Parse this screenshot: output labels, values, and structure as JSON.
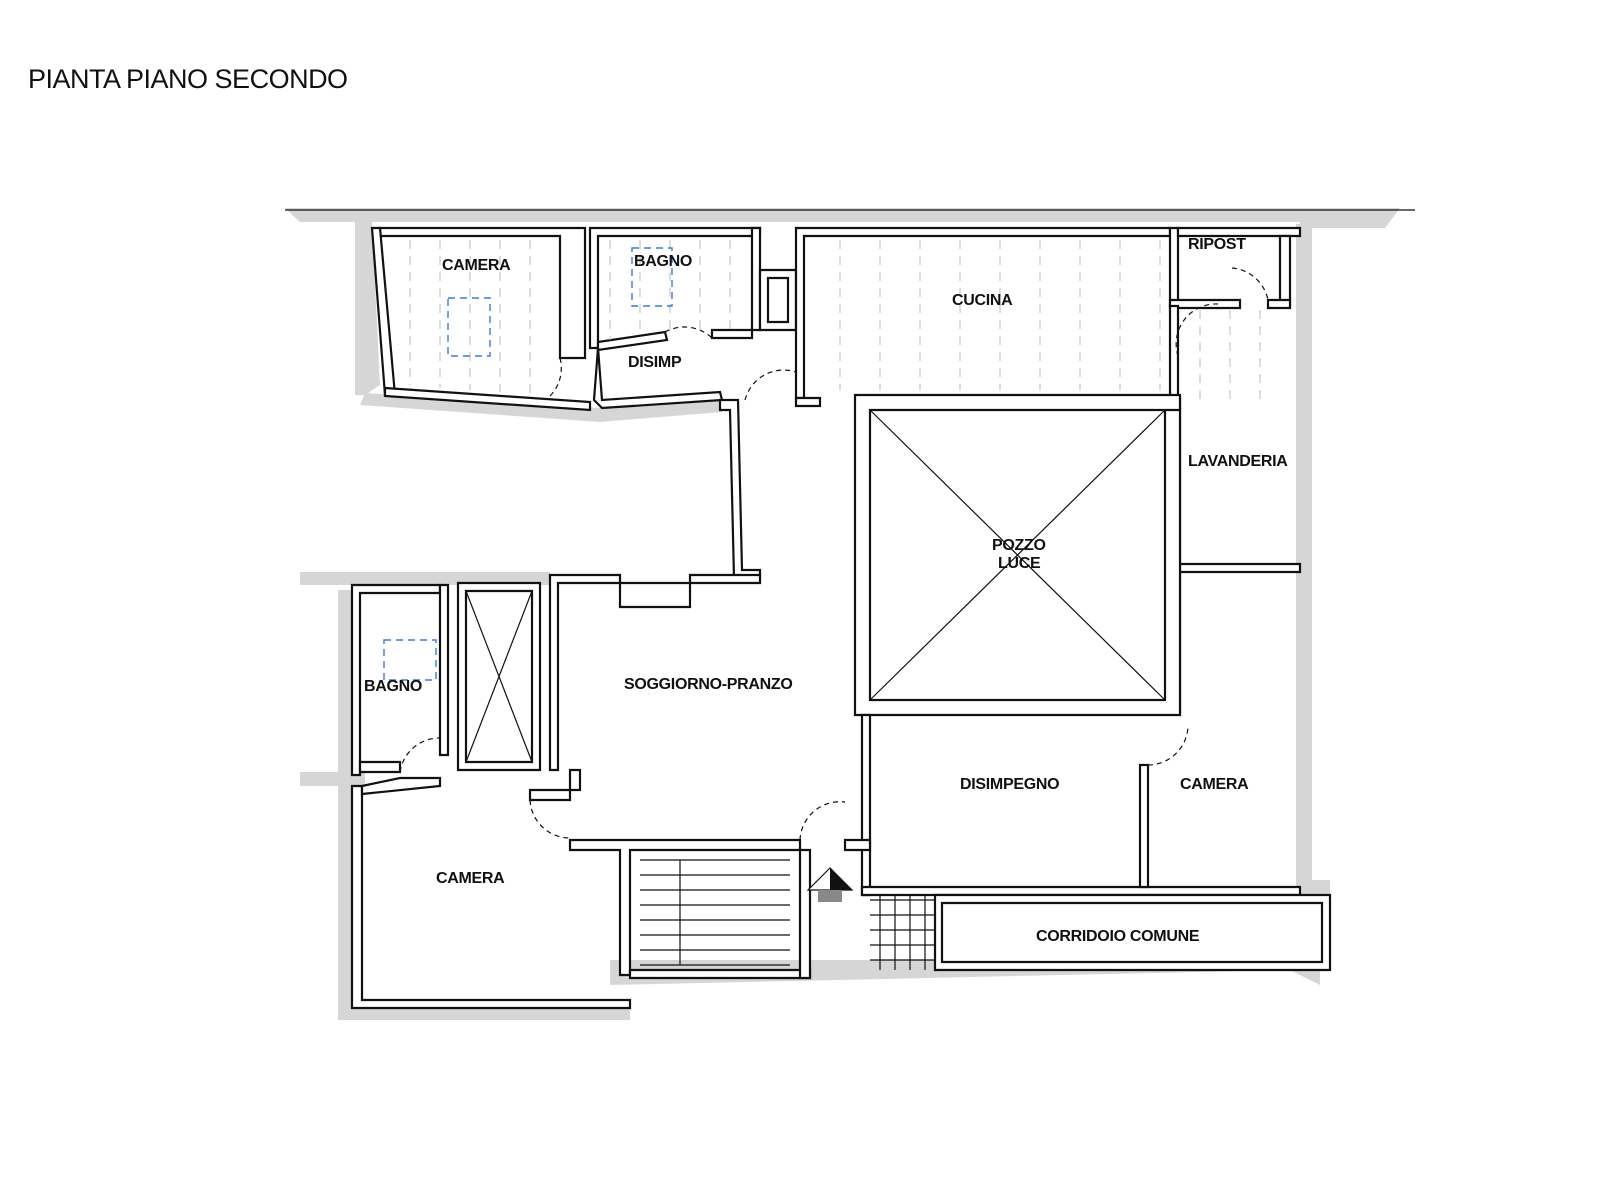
{
  "title": "PIANTA PIANO SECONDO",
  "rooms": {
    "camera_top": "CAMERA",
    "bagno_top": "BAGNO",
    "disimp": "DISIMP",
    "cucina": "CUCINA",
    "ripost": "RIPOST",
    "lavanderia": "LAVANDERIA",
    "pozzo_luce_1": "POZZO",
    "pozzo_luce_2": "LUCE",
    "bagno_left": "BAGNO",
    "soggiorno": "SOGGIORNO-PRANZO",
    "disimpegno": "DISIMPEGNO",
    "camera_right": "CAMERA",
    "camera_bottom": "CAMERA",
    "corridoio": "CORRIDOIO COMUNE"
  },
  "colors": {
    "wall_hatch": "#d6d6d6",
    "line": "#111111",
    "fixture_outline": "#3a7bd5"
  }
}
